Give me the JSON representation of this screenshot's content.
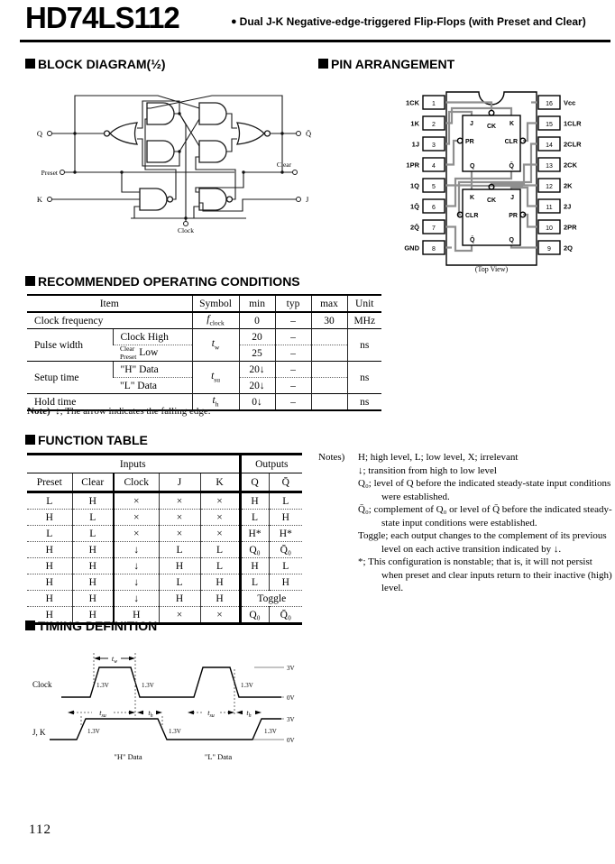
{
  "page": {
    "title": "HD74LS112",
    "bullet": "●",
    "subtitle": "Dual J-K Negative-edge-triggered Flip-Flops (with Preset and Clear)",
    "page_number": "112"
  },
  "sections": {
    "block_diagram": "BLOCK DIAGRAM(½)",
    "pin_arrangement": "PIN ARRANGEMENT",
    "operating_conditions": "RECOMMENDED OPERATING CONDITIONS",
    "function_table": "FUNCTION TABLE",
    "timing_definition": "TIMING DEFINITION"
  },
  "block_diagram": {
    "q": "Q",
    "preset": "Preset",
    "k": "K",
    "qbar": "Q̄",
    "clear": "Clear",
    "j": "J",
    "clock": "Clock"
  },
  "pin_arrangement": {
    "left_pins": [
      {
        "num": "1",
        "label": "1CK"
      },
      {
        "num": "2",
        "label": "1K"
      },
      {
        "num": "3",
        "label": "1J"
      },
      {
        "num": "4",
        "label": "1PR"
      },
      {
        "num": "5",
        "label": "1Q"
      },
      {
        "num": "6",
        "label": "1Q̄"
      },
      {
        "num": "7",
        "label": "2Q̄"
      },
      {
        "num": "8",
        "label": "GND"
      }
    ],
    "right_pins": [
      {
        "num": "16",
        "label": "Vcc"
      },
      {
        "num": "15",
        "label": "1CLR"
      },
      {
        "num": "14",
        "label": "2CLR"
      },
      {
        "num": "13",
        "label": "2CK"
      },
      {
        "num": "12",
        "label": "2K"
      },
      {
        "num": "11",
        "label": "2J"
      },
      {
        "num": "10",
        "label": "2PR"
      },
      {
        "num": "9",
        "label": "2Q"
      }
    ],
    "ff1": {
      "tl": "J",
      "tc": "CK",
      "tr": "K",
      "l": "PR",
      "r": "CLR",
      "bl": "Q",
      "br": "Q̄"
    },
    "ff2": {
      "tl": "K",
      "tc": "CK",
      "tr": "J",
      "l": "CLR",
      "r": "PR",
      "bl": "Q̄",
      "br": "Q"
    },
    "caption": "(Top View)"
  },
  "oc": {
    "headers": {
      "item": "Item",
      "symbol": "Symbol",
      "min": "min",
      "typ": "typ",
      "max": "max",
      "unit": "Unit"
    },
    "r0": {
      "item": "Clock frequency",
      "sym": "f",
      "sub": "clock",
      "min": "0",
      "typ": "–",
      "max": "30",
      "unit": "MHz"
    },
    "pulse": {
      "item": "Pulse width",
      "c1": "Clock High",
      "c2a": "Clear",
      "c2b": "Preset",
      "c2c": "Low",
      "sym": "t",
      "sub": "w",
      "min1": "20",
      "typ1": "–",
      "min2": "25",
      "typ2": "–",
      "unit": "ns"
    },
    "setup": {
      "item": "Setup time",
      "c1": "\"H\" Data",
      "c2": "\"L\" Data",
      "sym": "t",
      "sub": "su",
      "min1": "20↓",
      "typ1": "–",
      "min2": "20↓",
      "typ2": "–",
      "unit": "ns"
    },
    "hold": {
      "item": "Hold time",
      "sym": "t",
      "sub": "h",
      "min": "0↓",
      "typ": "–",
      "unit": "ns"
    },
    "note_label": "Note)",
    "note": "↓; The arrow indicates the falling edge."
  },
  "ft": {
    "inputs": "Inputs",
    "outputs": "Outputs",
    "cols": [
      "Preset",
      "Clear",
      "Clock",
      "J",
      "K",
      "Q",
      "Q̄"
    ],
    "rows": [
      [
        "L",
        "H",
        "×",
        "×",
        "×",
        "H",
        "L"
      ],
      [
        "H",
        "L",
        "×",
        "×",
        "×",
        "L",
        "H"
      ],
      [
        "L",
        "L",
        "×",
        "×",
        "×",
        "H*",
        "H*"
      ],
      [
        "H",
        "H",
        "↓",
        "L",
        "L",
        "Q₀",
        "Q̄₀"
      ],
      [
        "H",
        "H",
        "↓",
        "H",
        "L",
        "H",
        "L"
      ],
      [
        "H",
        "H",
        "↓",
        "L",
        "H",
        "L",
        "H"
      ],
      [
        "H",
        "H",
        "↓",
        "H",
        "H",
        "Toggle"
      ],
      [
        "H",
        "H",
        "H",
        "×",
        "×",
        "Q₀",
        "Q̄₀"
      ]
    ],
    "notes_label": "Notes)",
    "notes": [
      "H; high level, L; low level, X; irrelevant",
      "↓; transition from high to low level",
      "Q₀; level of Q before the indicated steady-state input conditions were established.",
      "Q̄₀; complement of Q₀ or level of Q̄ before the indicated steady-state input conditions were established.",
      "Toggle; each output changes to the complement of its previous level on each active transition indicated by ↓.",
      "*; This configuration is nonstable; that is, it will not persist when preset and clear inputs return to their inactive (high) level."
    ]
  },
  "timing": {
    "clock_label": "Clock",
    "jk_label": "J, K",
    "t": "t",
    "w_sub": "w",
    "su_sub": "su",
    "h_sub": "h",
    "v13": "1.3V",
    "v3": "3V",
    "v0": "0V",
    "h_data": "\"H\" Data",
    "l_data": "\"L\" Data"
  }
}
